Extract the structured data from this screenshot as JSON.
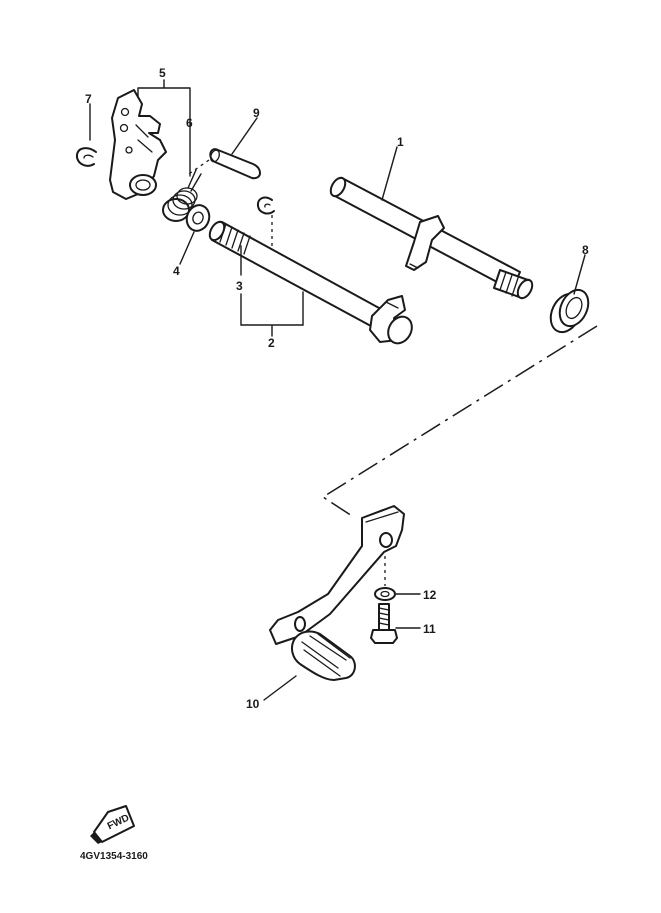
{
  "diagram": {
    "part_numbers": [
      "1",
      "2",
      "3",
      "4",
      "5",
      "6",
      "7",
      "8",
      "9",
      "10",
      "11",
      "12"
    ],
    "figure_code": "4GV1354-3160",
    "fwd_mark": "FWD"
  }
}
